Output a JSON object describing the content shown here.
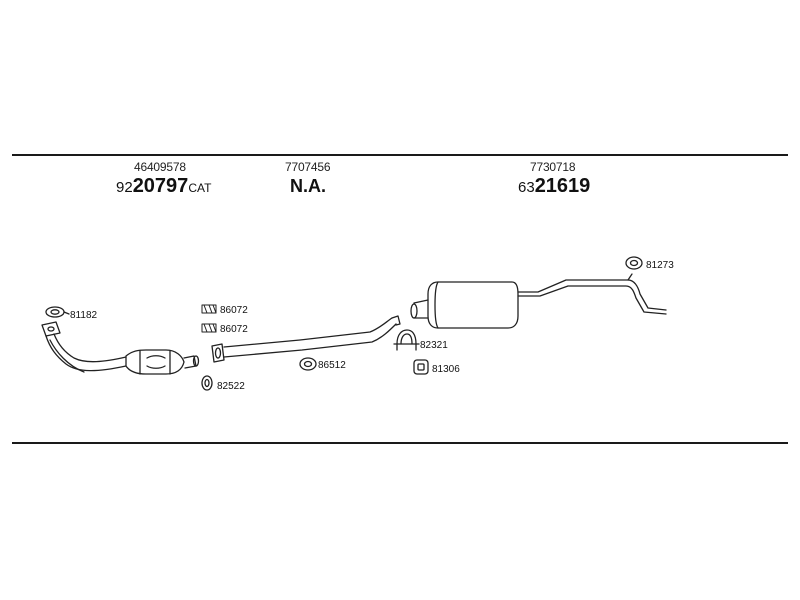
{
  "groups": [
    {
      "oe": "46409578",
      "ref_prefix": "92",
      "ref_main": "20797",
      "ref_suffix": "CAT"
    },
    {
      "oe": "7707456",
      "ref_text": "N.A."
    },
    {
      "oe": "7730718",
      "ref_prefix": "63",
      "ref_main": "21619"
    }
  ],
  "parts": {
    "p81182": "81182",
    "p86072a": "86072",
    "p86072b": "86072",
    "p82522": "82522",
    "p86512": "86512",
    "p82321": "82321",
    "p81306": "81306",
    "p81273": "81273"
  }
}
